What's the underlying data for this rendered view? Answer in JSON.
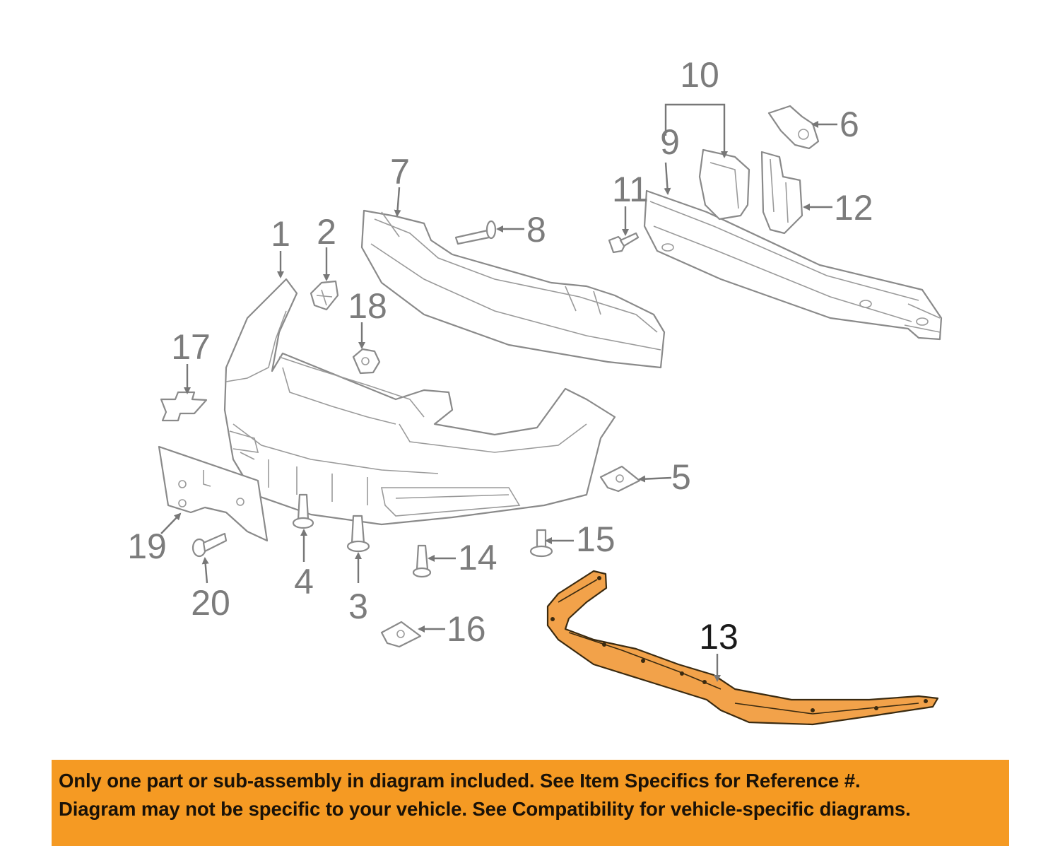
{
  "diagram": {
    "callouts": [
      "1",
      "2",
      "3",
      "4",
      "5",
      "6",
      "7",
      "8",
      "9",
      "10",
      "11",
      "12",
      "13",
      "14",
      "15",
      "16",
      "17",
      "18",
      "19",
      "20"
    ],
    "highlight_color": "#f2a24a"
  },
  "disclaimer": {
    "line1": "Only one part or sub-assembly in diagram included. See Item Specifics for Reference #.",
    "line2": "Diagram may not be specific to your vehicle. See Compatibility for vehicle-specific diagrams.",
    "background": "#f59a23"
  }
}
